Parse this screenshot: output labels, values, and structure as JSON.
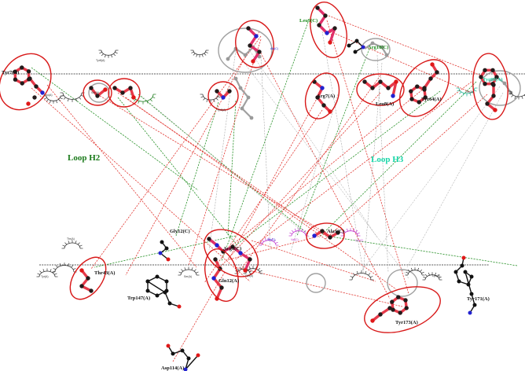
{
  "colors": {
    "hbond": "#1e8c1e",
    "nonbonded": "#e0302a",
    "other": "#9a9a9a",
    "ellipse": "#d81818",
    "bond_red": "#e63a4a",
    "atom_dark": "#231a1a",
    "atom_red": "#e01818",
    "atom_blue": "#2222d0",
    "loop_h2": "#1a7a1a",
    "loop_h3": "#19d6a8"
  },
  "loops": {
    "h2": "Loop H2",
    "h3": "Loop H3"
  },
  "top_residues": {
    "tyr_left": "Tyr7(A)",
    "arg_top_center": "Arg7(A)",
    "leu_top": "Leu9(C)",
    "arg_right_top": "Arg10(C)",
    "leu_right": "Leu8(A)",
    "tyr_right": "Tyr64(A)",
    "tyr_far_right": "Tyr69(A)"
  },
  "bottom_residues": {
    "gly": "Gly12(C)",
    "ala": "Ala1(C)",
    "arg_bottom": "Arg5(C)",
    "thr": "Thr43(A)",
    "trp": "Trp147(A)",
    "gln": "Gln12(A)",
    "tyr_bottom_right": "Tyr173(A)",
    "tyr_far": "Tyr171(A)",
    "asp": "Asp114(A)"
  },
  "tiny_labels": {
    "t1": "Tyr8(A)",
    "t2": "Leu(A)",
    "t3": "Ser(A)",
    "t4": "Tyr5(A)",
    "t5": "Thr(A)",
    "t6": "Ala(C)",
    "t7": "Ser(C)",
    "t8": "Thr(A)",
    "t9": "Gln(A)",
    "t10": "Tyr(A)",
    "t11": "Val(C)",
    "t12": "Glu(C)",
    "t13": "Ser(A)",
    "t14": "Lys(A)"
  }
}
